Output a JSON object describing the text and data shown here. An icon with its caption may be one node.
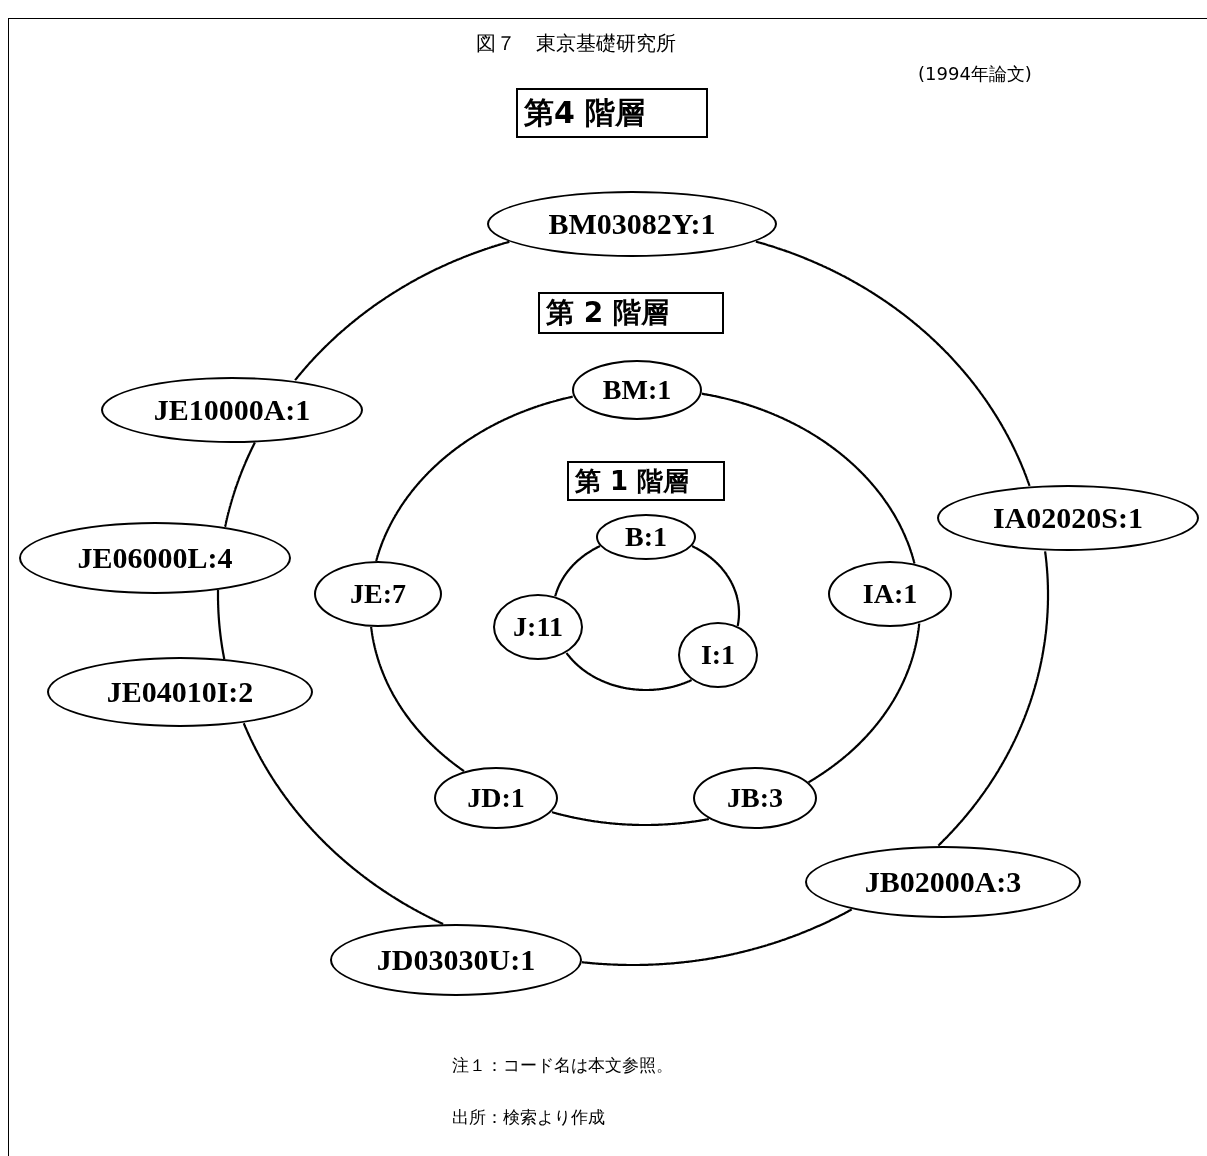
{
  "diagram": {
    "title": "図７　東京基礎研究所",
    "nodes": [
      {
        "text": [
          "第4 階層"
        ]
      },
      {
        "text": [
          "BM03082Y:1"
        ]
      },
      {
        "text": [
          "IA02020S:1"
        ]
      },
      {
        "text": [
          "JB02000A:3"
        ]
      },
      {
        "text": [
          "JD03030U:1"
        ]
      },
      {
        "text": [
          "JE04010I:2"
        ]
      },
      {
        "text": [
          "JE06000L:4"
        ]
      },
      {
        "text": [
          "JE10000A:1"
        ]
      },
      {
        "text": [
          "第 2 階層"
        ]
      },
      {
        "text": [
          "BM:1"
        ]
      },
      {
        "text": [
          "IA:1"
        ]
      },
      {
        "text": [
          "JB:3"
        ]
      },
      {
        "text": [
          "JD:1"
        ]
      },
      {
        "text": [
          "JE:7"
        ]
      },
      {
        "text": [
          "第 1 階層"
        ]
      },
      {
        "text": [
          "B:1"
        ]
      },
      {
        "text": [
          "I:1"
        ]
      },
      {
        "text": [
          "J:11"
        ]
      }
    ],
    "edges": [
      {
        "from": 1,
        "to": 2,
        "arrow": "none"
      },
      {
        "from": 2,
        "to": 3,
        "arrow": "none"
      },
      {
        "from": 3,
        "to": 4,
        "arrow": "none"
      },
      {
        "from": 4,
        "to": 5,
        "arrow": "none"
      },
      {
        "from": 5,
        "to": 6,
        "arrow": "none"
      },
      {
        "from": 6,
        "to": 7,
        "arrow": "none"
      },
      {
        "from": 7,
        "to": 1,
        "arrow": "none"
      },
      {
        "from": 9,
        "to": 10,
        "arrow": "none"
      },
      {
        "from": 10,
        "to": 11,
        "arrow": "none"
      },
      {
        "from": 11,
        "to": 12,
        "arrow": "none"
      },
      {
        "from": 12,
        "to": 13,
        "arrow": "none"
      },
      {
        "from": 13,
        "to": 9,
        "arrow": "none"
      },
      {
        "from": 15,
        "to": 16,
        "arrow": "none"
      },
      {
        "from": 16,
        "to": 17,
        "arrow": "none"
      },
      {
        "from": 17,
        "to": 15,
        "arrow": "none"
      }
    ],
    "labels": [
      "(1994年論文)",
      "注１：コード名は本文参照。",
      "出所：検索より作成"
    ]
  }
}
